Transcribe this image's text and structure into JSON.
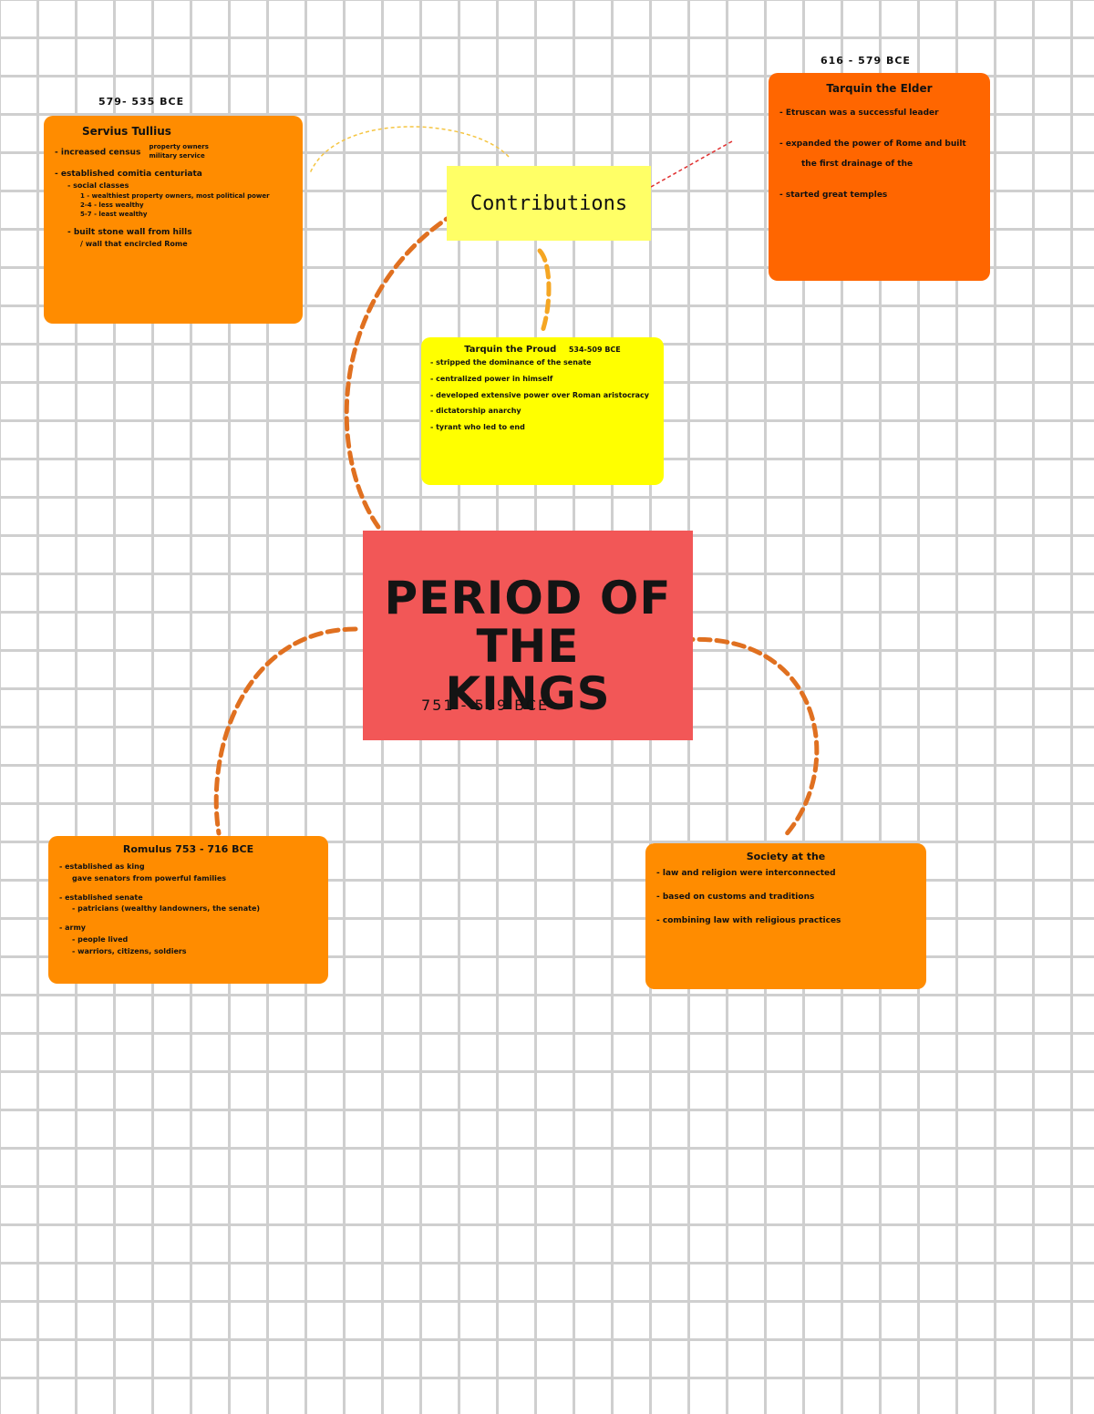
{
  "main": {
    "title_line1": "PERIOD OF THE",
    "title_line2": "KINGS",
    "years": "751 - 509 BCE"
  },
  "contributions": {
    "label": "Contributions"
  },
  "servius": {
    "date": "579- 535 BCE",
    "title": "Servius Tullius",
    "items": [
      {
        "text": "- increased census",
        "branches": [
          "property owners",
          "military service"
        ]
      },
      {
        "text": "- established comitia centuriata",
        "subs": [
          "- social classes"
        ],
        "subs2": [
          "1 - wealthiest property owners, most political power",
          "2-4 - less wealthy",
          "5-7 - least wealthy"
        ]
      },
      {
        "text": "- built stone wall from hills",
        "subs": [
          "/ wall that encircled Rome"
        ]
      }
    ]
  },
  "tarquin_elder": {
    "date": "616 - 579 BCE",
    "title": "Tarquin the Elder",
    "items": [
      "- Etruscan was a successful leader",
      "- expanded the power of Rome and built",
      "the first drainage of the",
      "- started great temples"
    ]
  },
  "tarquin_proud": {
    "title": "Tarquin the Proud",
    "date": "534-509 BCE",
    "items": [
      "- stripped the dominance of the senate",
      "- centralized power in himself",
      "- developed extensive power over Roman aristocracy",
      "- dictatorship anarchy",
      "- tyrant who led to end"
    ]
  },
  "romulus": {
    "title": "Romulus 753 - 716 BCE",
    "items": [
      {
        "text": "- established as king",
        "subs": [
          "gave senators from powerful families"
        ]
      },
      {
        "text": "- established senate",
        "subs": [
          "- patricians (wealthy landowners, the senate)"
        ]
      },
      {
        "text": "- army",
        "subs": [
          "- people lived",
          "- warriors, citizens, soldiers"
        ]
      }
    ]
  },
  "society": {
    "title": "Society at the",
    "items": [
      "- law and religion were interconnected",
      "- based on customs and traditions",
      "- combining law with religious practices"
    ]
  },
  "colors": {
    "main_red": "#f25757",
    "orange": "#ff8c00",
    "dark_orange": "#ff6600",
    "yellow": "#ffff00",
    "light_yellow": "#ffff66",
    "connector": "#e07020",
    "grid": "#cfcfcf"
  }
}
